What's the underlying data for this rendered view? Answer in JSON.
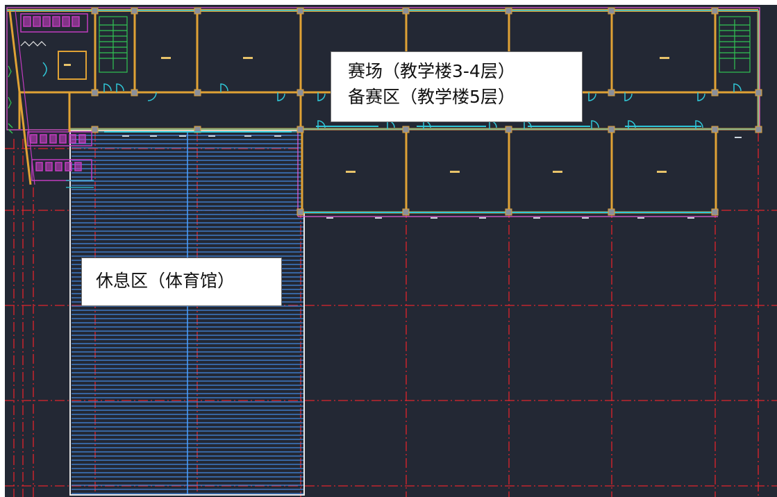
{
  "callouts": {
    "competition": {
      "line1": "赛场（教学楼3-4层）",
      "line2": "备赛区（教学楼5层）"
    },
    "rest": {
      "line1": "休息区（体育馆）"
    }
  },
  "colors": {
    "background": "#232834",
    "wall": "#e0a235",
    "window": "#30c8d8",
    "axis_grid": "#e0242c",
    "toilet": "#c13cbf",
    "stair": "#31c453",
    "gym_hatch": "#3f7fd0",
    "callout_bg": "#ffffff"
  },
  "icons": [
    "stair-icon",
    "toilet-icon",
    "door-swing-icon"
  ]
}
